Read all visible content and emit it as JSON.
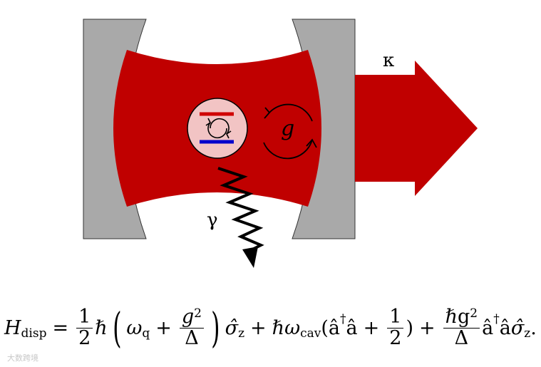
{
  "labels": {
    "kappa": "κ",
    "gamma": "γ",
    "g": "g"
  },
  "formula": {
    "lhs": "H",
    "lhs_sub": "disp",
    "eq": "=",
    "half_num": "1",
    "half_den": "2",
    "hbar": "ℏ",
    "omega": "ω",
    "omega_q_sub": "q",
    "plus": "+",
    "g2_num_base": "g",
    "g2_num_exp": "2",
    "delta": "Δ",
    "sigma_hat": "σ̂",
    "z_sub": "z",
    "omega_cav_sub": "cav",
    "a_hat": "â",
    "dagger": "†",
    "half2_num": "1",
    "half2_den": "2",
    "hg2_num": "ℏg",
    "hg2_exp": "2",
    "period": "."
  },
  "watermark": "大数跨境",
  "colors": {
    "field": "#c00000",
    "mirror": "#a9a9a9",
    "atom": "#f2c4c4",
    "upper_level": "#d00000",
    "lower_level": "#0000cc"
  }
}
